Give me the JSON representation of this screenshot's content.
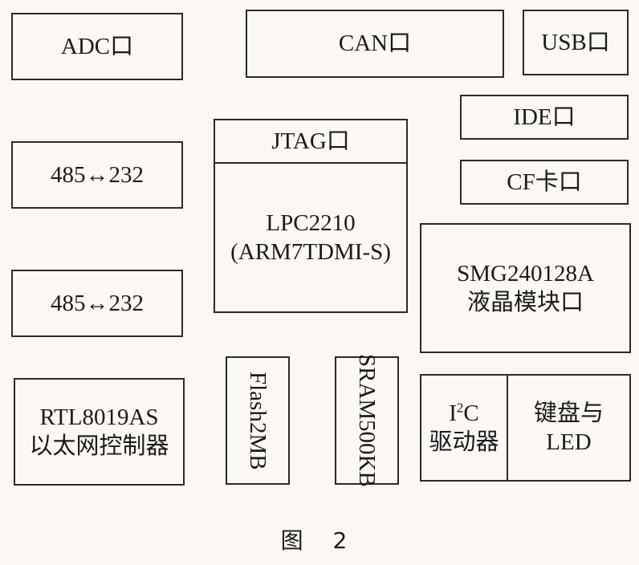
{
  "blocks": {
    "adc": "ADC口",
    "can": "CAN口",
    "usb": "USB口",
    "ide": "IDE口",
    "cf": "CF卡口",
    "rs485_1": "485↔232",
    "rs485_2": "485↔232",
    "jtag": "JTAG口",
    "cpu": [
      "LPC2210",
      "(ARM7TDMI-S)"
    ],
    "lcd": [
      "SMG240128A",
      "液晶模块口"
    ],
    "ethernet": [
      "RTL8019AS",
      "以太网控制器"
    ],
    "flash": [
      "Flash",
      "2MB"
    ],
    "sram": [
      "SRAM",
      "500KB"
    ],
    "i2c": {
      "name": "I",
      "sup": "2",
      "name_end": "C",
      "line2": "驱动器"
    },
    "keyboard": [
      "键盘与",
      "LED"
    ]
  },
  "caption": "图 2"
}
